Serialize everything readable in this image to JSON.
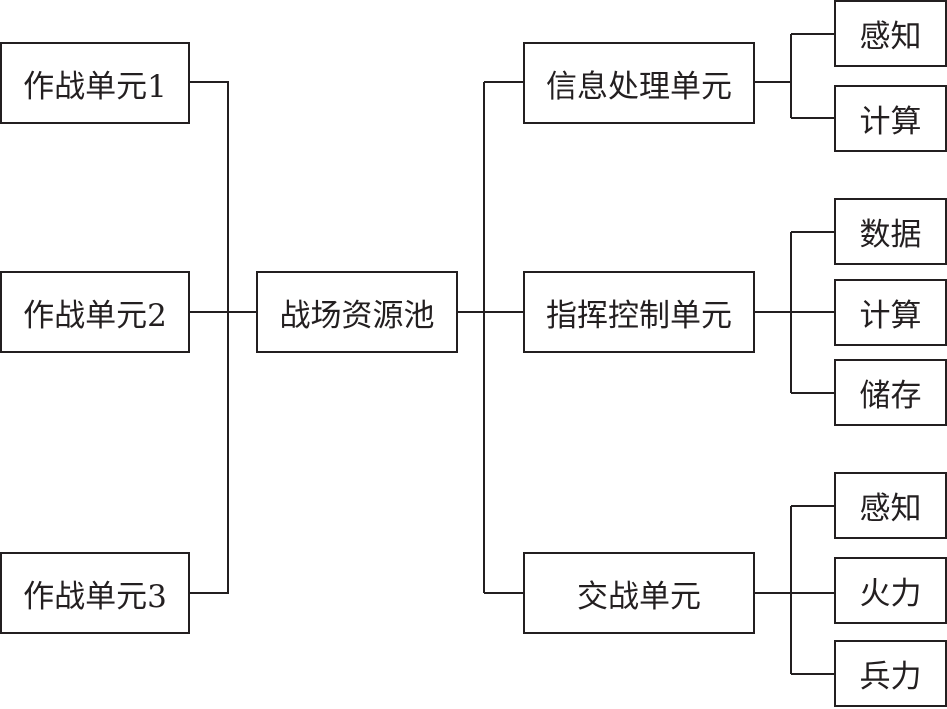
{
  "combat_units": [
    {
      "label": "作战单元1"
    },
    {
      "label": "作战单元2"
    },
    {
      "label": "作战单元3"
    }
  ],
  "pool": {
    "label": "战场资源池"
  },
  "units": [
    {
      "label": "信息处理单元",
      "children": [
        {
          "label": "感知"
        },
        {
          "label": "计算"
        }
      ]
    },
    {
      "label": "指挥控制单元",
      "children": [
        {
          "label": "数据"
        },
        {
          "label": "计算"
        },
        {
          "label": "储存"
        }
      ]
    },
    {
      "label": "交战单元",
      "children": [
        {
          "label": "感知"
        },
        {
          "label": "火力"
        },
        {
          "label": "兵力"
        }
      ]
    }
  ]
}
